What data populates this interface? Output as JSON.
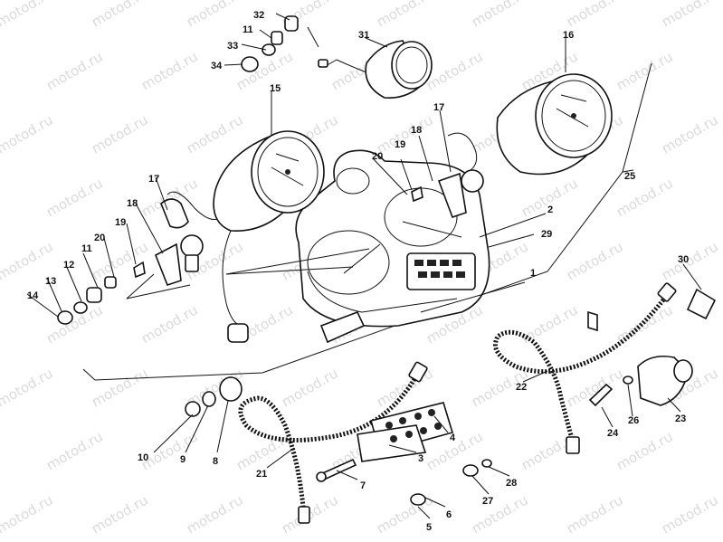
{
  "watermark": "motod.ru",
  "callouts": [
    "1",
    "2",
    "3",
    "4",
    "5",
    "6",
    "7",
    "8",
    "9",
    "10",
    "11",
    "12",
    "13",
    "14",
    "15",
    "16",
    "17",
    "18",
    "19",
    "20",
    "21",
    "22",
    "23",
    "24",
    "25",
    "26",
    "27",
    "28",
    "29",
    "30",
    "31",
    "32",
    "33",
    "34"
  ],
  "colors": {
    "ink": "#111111",
    "paper": "#ffffff",
    "watermark": "#bdbdbd"
  }
}
